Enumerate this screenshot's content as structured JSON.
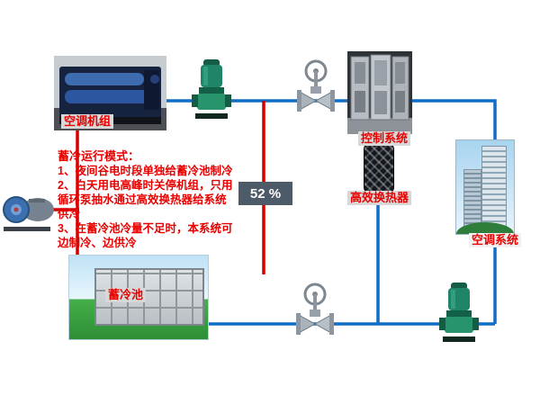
{
  "colors": {
    "pipe_hot": "#d40000",
    "pipe_cold": "#0f6fc6",
    "badge_bg": "#4d5a68",
    "label_red": "#e80000",
    "label_chip_bg": "#d8d8d8"
  },
  "devices": {
    "chiller_label": "空调机组",
    "control_label": "控制系统",
    "exchanger_label": "高效换热器",
    "system_label": "空调系统",
    "tank_label": "蓄冷池"
  },
  "badge": {
    "value": "52 %"
  },
  "notes": {
    "title": "蓄冷运行模式：",
    "lines": [
      "1、夜间谷电时段单独给蓄冷池制冷",
      "2、白天用电高峰时关停机组，只用",
      "循环泵抽水通过高效换热器给系统",
      "供冷",
      "3、在蓄冷池冷量不足时，本系统可",
      "边制冷、边供冷"
    ]
  }
}
